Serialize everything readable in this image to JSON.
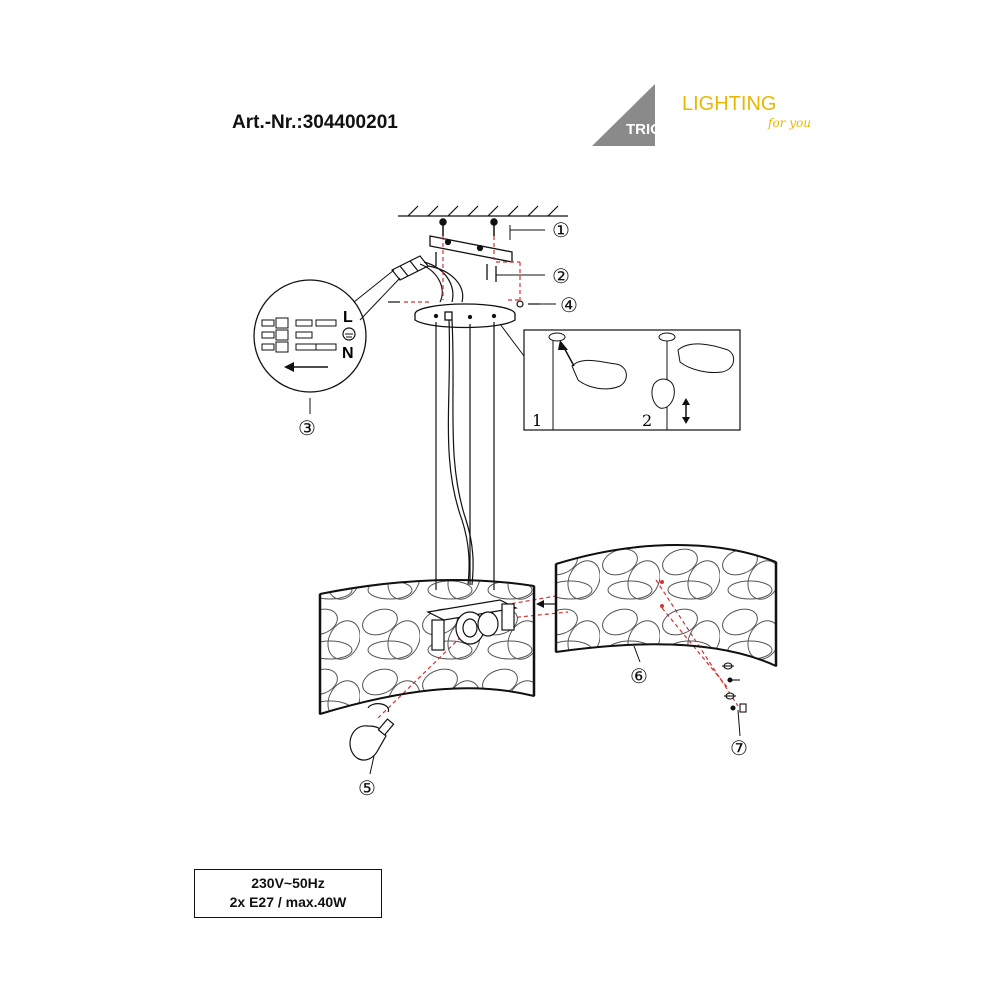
{
  "header": {
    "article_number": "Art.-Nr.:304400201"
  },
  "brand": {
    "logo_text": "TRIO",
    "tagline_main": "LIGHTING",
    "tagline_sub": "for you",
    "tagline_color": "#e8b800",
    "logo_color": "#8a8a8a"
  },
  "callouts": {
    "c1": "①",
    "c2": "②",
    "c3": "③",
    "c4": "④",
    "c5": "⑤",
    "c6": "⑥",
    "c7": "⑦"
  },
  "wiring_terminal": {
    "live": "L",
    "neutral": "N"
  },
  "height_adjust_steps": {
    "step1": "1",
    "step2": "2"
  },
  "specs": {
    "voltage": "230V~50Hz",
    "bulbs": "2x E27 / max.40W"
  },
  "colors": {
    "line": "#111111",
    "guide_dashed": "#d33333"
  }
}
